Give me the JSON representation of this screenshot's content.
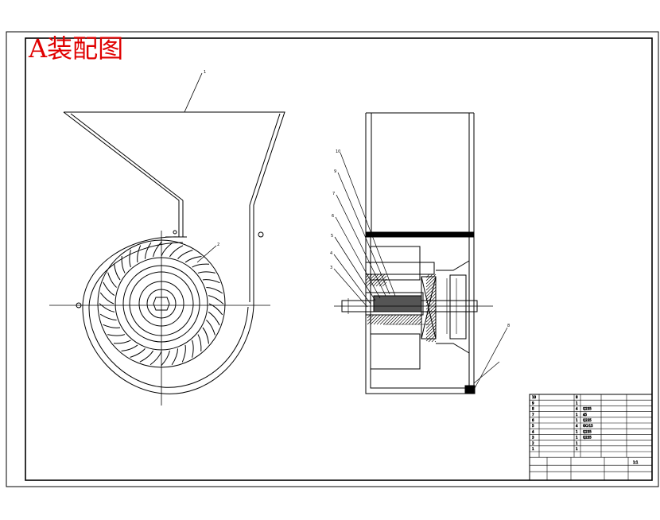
{
  "title": "A装配图",
  "title_color": "#e00000",
  "line_color": "#000000",
  "leaders": {
    "front": [
      {
        "label": "1"
      },
      {
        "label": "2"
      }
    ],
    "section": [
      {
        "label": "10"
      },
      {
        "label": "9"
      },
      {
        "label": "7"
      },
      {
        "label": "6"
      },
      {
        "label": "5"
      },
      {
        "label": "4"
      },
      {
        "label": "3"
      },
      {
        "label": "8"
      }
    ]
  },
  "title_block": {
    "rows": [
      {
        "no": "10",
        "name": "",
        "qty": "8",
        "material": ""
      },
      {
        "no": "9",
        "name": "",
        "qty": "1",
        "material": ""
      },
      {
        "no": "8",
        "name": "",
        "qty": "4",
        "material": "Q235"
      },
      {
        "no": "7",
        "name": "",
        "qty": "1",
        "material": "45"
      },
      {
        "no": "6",
        "name": "",
        "qty": "1",
        "material": "Q235"
      },
      {
        "no": "5",
        "name": "",
        "qty": "4",
        "material": "GCr15"
      },
      {
        "no": "4",
        "name": "",
        "qty": "1",
        "material": "Q235"
      },
      {
        "no": "3",
        "name": "",
        "qty": "1",
        "material": "Q235"
      },
      {
        "no": "2",
        "name": "",
        "qty": "1",
        "material": ""
      },
      {
        "no": "1",
        "name": "",
        "qty": "1",
        "material": ""
      }
    ],
    "sheet": "1:1",
    "count": "1"
  }
}
